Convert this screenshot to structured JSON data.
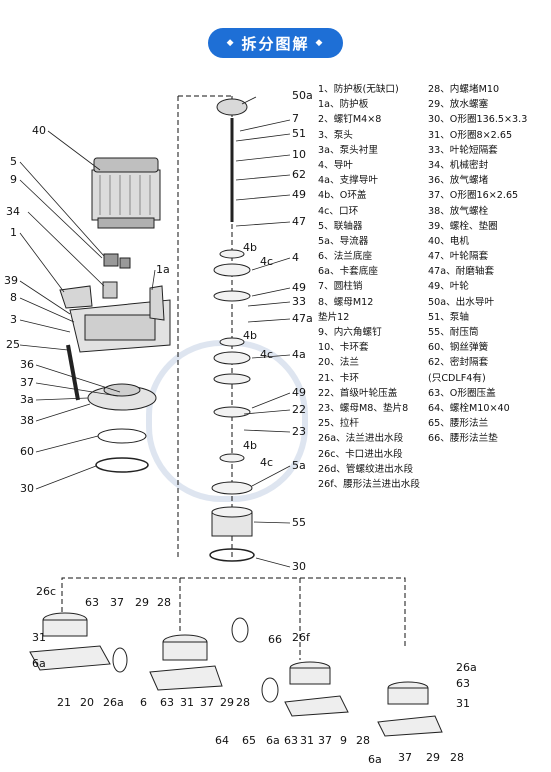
{
  "title": "拆分图解",
  "callouts": {
    "c50a": "50a",
    "c7": "7",
    "c51": "51",
    "c10": "10",
    "c62": "62",
    "c49a": "49",
    "c47": "47",
    "c4b_1": "4b",
    "c4c_1": "4c",
    "c4": "4",
    "c49b": "49",
    "c33": "33",
    "c47a": "47a",
    "c4b_2": "4b",
    "c4c_2": "4c",
    "c4a": "4a",
    "c49c": "49",
    "c22": "22",
    "c23": "23",
    "c4b_3": "4b",
    "c4c_3": "4c",
    "c5a": "5a",
    "c55": "55",
    "c30_right": "30",
    "c40": "40",
    "c5": "5",
    "c9": "9",
    "c34": "34",
    "c1": "1",
    "c1a": "1a",
    "c39": "39",
    "c8": "8",
    "c3": "3",
    "c25": "25",
    "c36": "36",
    "c37": "37",
    "c3a": "3a",
    "c38": "38",
    "c60": "60",
    "c30_left": "30",
    "b26c": "26c",
    "b63a": "63",
    "b37a": "37",
    "b29a": "29",
    "b28a": "28",
    "b31a": "31",
    "b6a_1": "6a",
    "b21": "21",
    "b20": "20",
    "b26a_1": "26a",
    "b6": "6",
    "b63b": "63",
    "b31b": "31",
    "b37b": "37",
    "b29b": "29",
    "b28b": "28",
    "b66": "66",
    "b26f": "26f",
    "b64": "64",
    "b65": "65",
    "b6a_2": "6a",
    "b63c": "63",
    "b31c": "31",
    "b37c": "37",
    "b9": "9",
    "b28c": "28",
    "b26a_2": "26a",
    "b63d": "63",
    "b31d": "31",
    "b6a_3": "6a",
    "b37d": "37",
    "b29c": "29",
    "b28d": "28"
  },
  "legend_left": [
    "1、防护板(无缺口)",
    "1a、防护板",
    "2、螺钉M4×8",
    "3、泵头",
    "3a、泵头衬里",
    "4、导叶",
    "4a、支撑导叶",
    "4b、O环盖",
    "4c、口环",
    "5、联轴器",
    "5a、导流器",
    "6、法兰底座",
    "6a、卡套底座",
    "7、圆柱销",
    "8、螺母M12",
    "   垫片12",
    "9、内六角螺钉",
    "10、卡环套",
    "20、法兰",
    "21、卡环",
    "22、首级叶轮压盖",
    "23、螺母M8、垫片8",
    "25、拉杆",
    "26a、法兰进出水段",
    "26c、卡口进出水段",
    "26d、管螺纹进出水段",
    "26f、腰形法兰进出水段"
  ],
  "legend_right": [
    "28、内螺堵M10",
    "29、放水螺塞",
    "30、O形圈136.5×3.3",
    "31、O形圈8×2.65",
    "33、叶轮短隔套",
    "34、机械密封",
    "36、放气螺堵",
    "37、O形圈16×2.65",
    "38、放气螺栓",
    "39、螺栓、垫圈",
    "40、电机",
    "47、叶轮隔套",
    "47a、耐磨轴套",
    "49、叶轮",
    "50a、出水导叶",
    "51、泵轴",
    "55、耐压筒",
    "60、钢丝弹簧",
    "62、密封隔套",
    "   (只CDLF4有)",
    "63、O形圈压盖",
    "64、螺栓M10×40",
    "65、腰形法兰",
    "66、腰形法兰垫"
  ]
}
